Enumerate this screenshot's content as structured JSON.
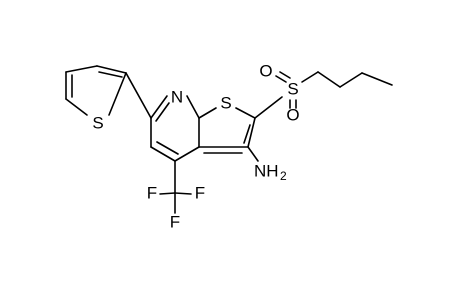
{
  "atoms": {
    "s_thiophene": "S",
    "n_ring": "N",
    "s_fused": "S",
    "s_sulfonyl": "S",
    "o_upper": "O",
    "o_lower": "O",
    "nh2_main": "NH",
    "nh2_sub": "2",
    "f_left": "F",
    "f_right": "F",
    "f_bottom": "F"
  },
  "colors": {
    "ink": "#000000",
    "background": "#ffffff"
  }
}
